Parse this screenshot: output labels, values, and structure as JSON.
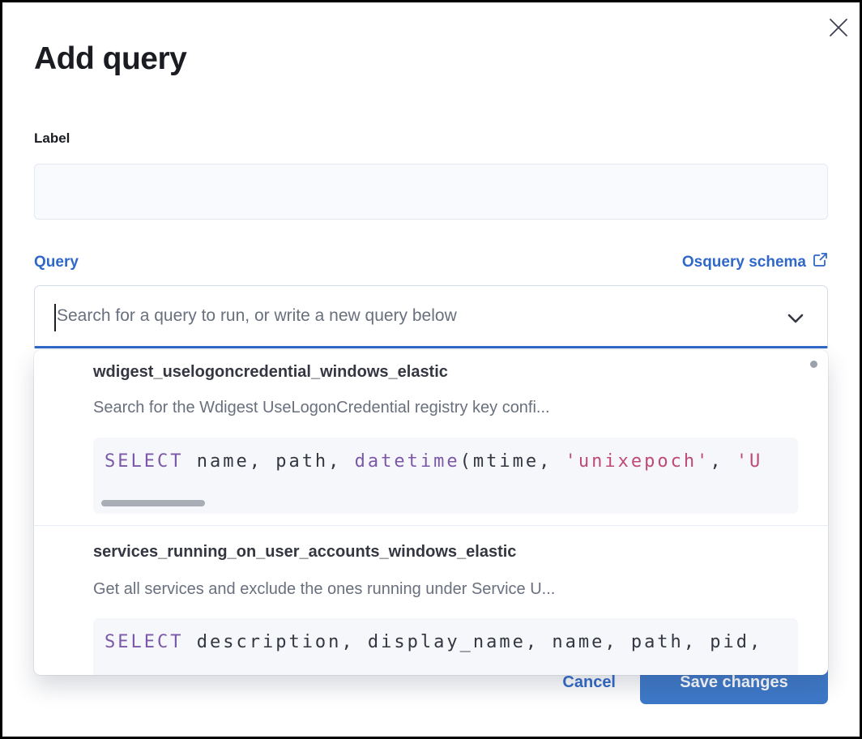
{
  "modal": {
    "title": "Add query"
  },
  "icons": {
    "close": "close-icon",
    "chevron": "chevron-down-icon",
    "external_link": "external-link-icon"
  },
  "label_field": {
    "label": "Label",
    "value": ""
  },
  "query_field": {
    "label": "Query",
    "schema_link_label": "Osquery schema",
    "placeholder": "Search for a query to run, or write a new query below"
  },
  "dropdown": {
    "options": [
      {
        "title": "wdigest_uselogoncredential_windows_elastic",
        "description": "Search for the Wdigest UseLogonCredential registry key confi...",
        "code": {
          "t0": "SELECT",
          "t1": " name, path, ",
          "t2": "datetime",
          "t3": "(mtime, ",
          "t4": "'unixepoch'",
          "t5": ", ",
          "t6": "'U"
        }
      },
      {
        "title": "services_running_on_user_accounts_windows_elastic",
        "description": "Get all services and exclude the ones running under Service U...",
        "code": {
          "t0": "SELECT",
          "t1": " description, display_name, name, path, pid,"
        }
      }
    ]
  },
  "footer": {
    "cancel_label": "Cancel",
    "save_label": "Save changes"
  },
  "colors": {
    "accent_blue": "#2f68c8",
    "primary_button_blue": "#3d78c8",
    "code_keyword_purple": "#7c58a8",
    "code_string_rose": "#bf4a72",
    "code_background": "#f5f7fb"
  }
}
